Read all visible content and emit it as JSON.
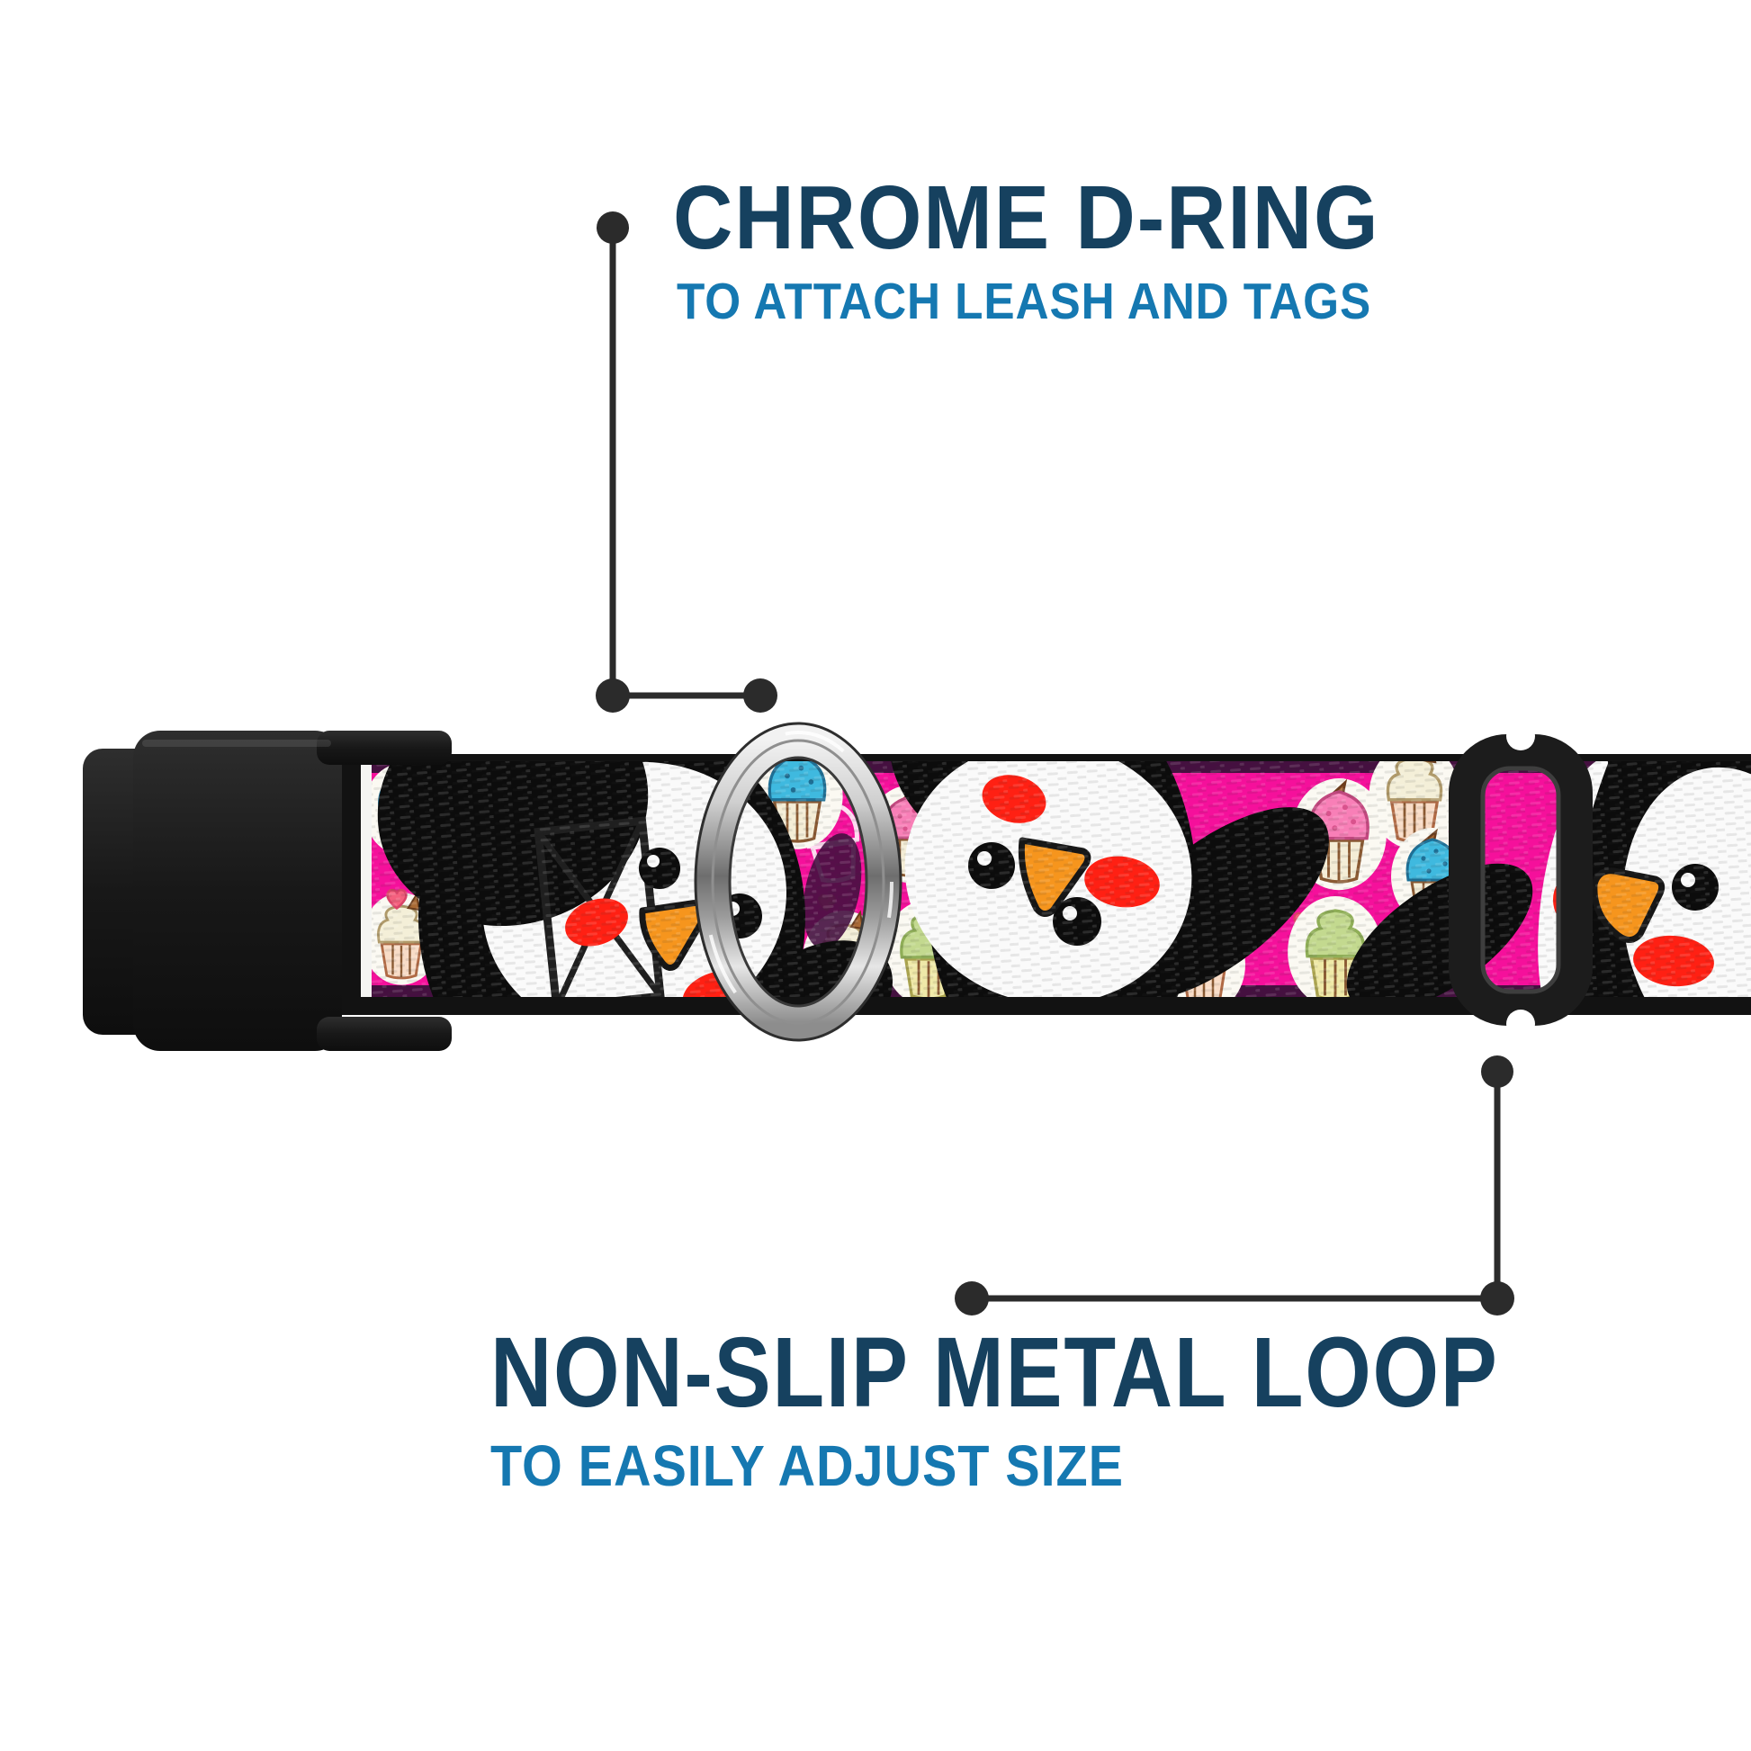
{
  "annotations": {
    "top": {
      "title": "CHROME D-RING",
      "subtitle": "TO ATTACH LEASH AND TAGS"
    },
    "bottom": {
      "title": "NON-SLIP METAL LOOP",
      "subtitle": "TO EASILY ADJUST SIZE"
    }
  },
  "colors": {
    "bg": "#FFFFFF",
    "title_navy": "#16415F",
    "subtitle_blue": "#1578B1",
    "callout": "#2B2B2B",
    "strap_pink": "#F5109B",
    "strap_edge_black": "#121212",
    "strap_edge_purple": "#451040",
    "penguin_black": "#0C0C0C",
    "penguin_white": "#FAFAFA",
    "beak_orange": "#F6951D",
    "cheek_red": "#FF2013",
    "buckle_black": "#1E1E1E",
    "chrome_light": "#F2F2F2",
    "chrome_dark": "#6E6E6E"
  }
}
